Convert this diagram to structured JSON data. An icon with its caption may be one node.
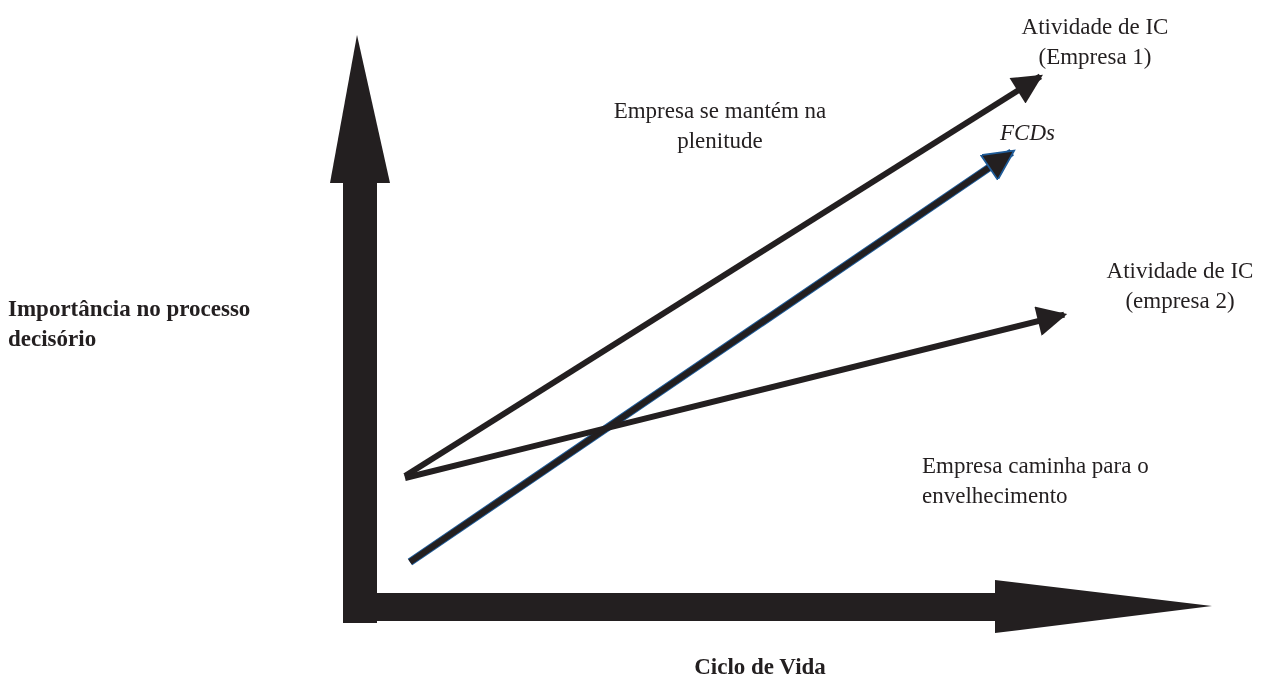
{
  "diagram": {
    "nodes": [
      {
        "text": [
          "Atividade de IC (Empresa 1)"
        ]
      },
      {
        "text": [
          "FCDs"
        ]
      },
      {
        "text": [
          "Atividade de IC (empresa 2)"
        ]
      }
    ],
    "edges": [
      {
        "from": null,
        "to": 0,
        "arrow": "to"
      },
      {
        "from": null,
        "to": 1,
        "arrow": "to",
        "color": "#1f5c99"
      },
      {
        "from": null,
        "to": 2,
        "arrow": "to"
      }
    ],
    "labels": [
      "Empresa se mantém na plenitude",
      "Importância no processo decisório",
      "Empresa caminha para o envelhecimento",
      "Ciclo de Vida"
    ]
  }
}
